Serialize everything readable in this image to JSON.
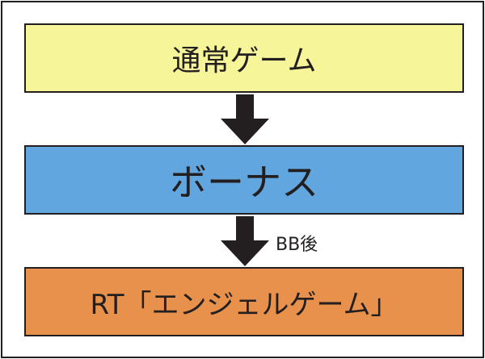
{
  "diagram": {
    "nodes": [
      {
        "id": "normal",
        "label": "通常ゲーム",
        "color": "#f6f59a"
      },
      {
        "id": "bonus",
        "label": "ボーナス",
        "color": "#62a6df"
      },
      {
        "id": "rt",
        "label": "RT「エンジェルゲーム」",
        "color": "#e7914c"
      }
    ],
    "edges": [
      {
        "from": "normal",
        "to": "bonus",
        "label": ""
      },
      {
        "from": "bonus",
        "to": "rt",
        "label": "BB後"
      }
    ]
  }
}
